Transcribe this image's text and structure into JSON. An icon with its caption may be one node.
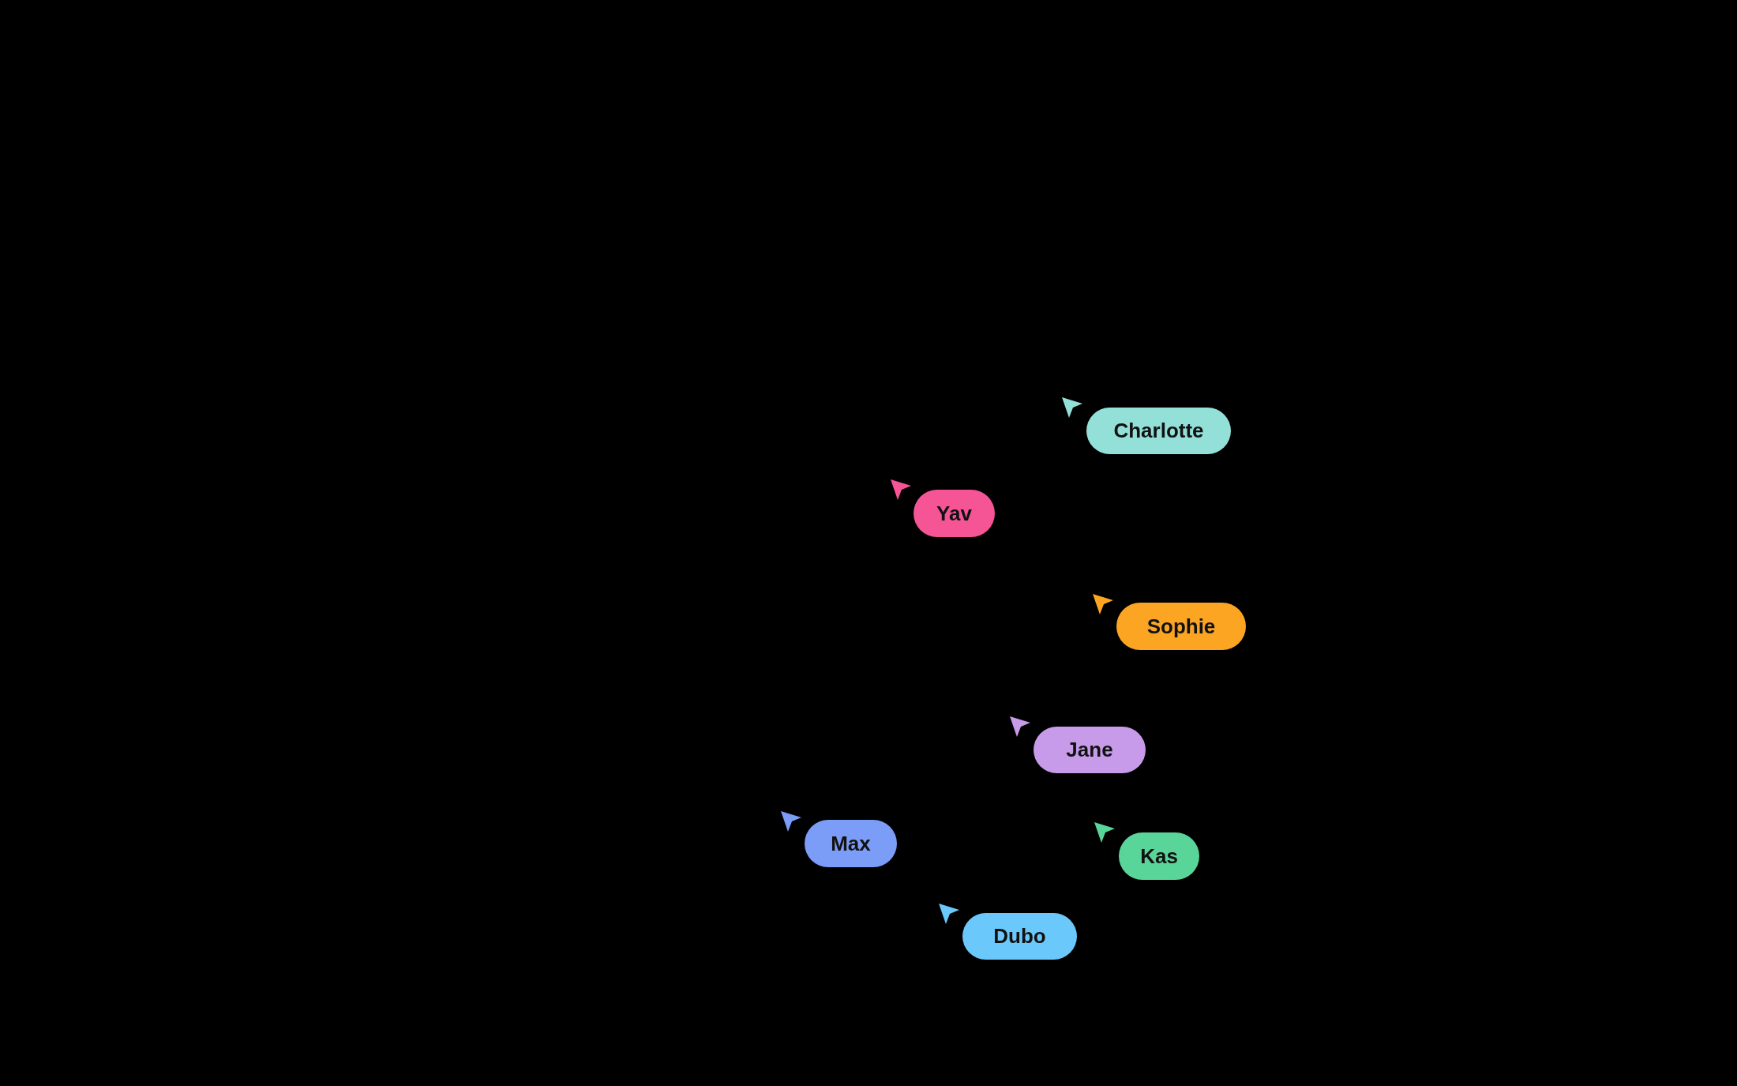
{
  "diagram": {
    "nodes": [
      {
        "text": [
          "Charlotte"
        ]
      },
      {
        "text": [
          "Yav"
        ]
      },
      {
        "text": [
          "Sophie"
        ]
      },
      {
        "text": [
          "Jane"
        ]
      },
      {
        "text": [
          "Max"
        ]
      },
      {
        "text": [
          "Kas"
        ]
      },
      {
        "text": [
          "Dubo"
        ]
      }
    ]
  }
}
